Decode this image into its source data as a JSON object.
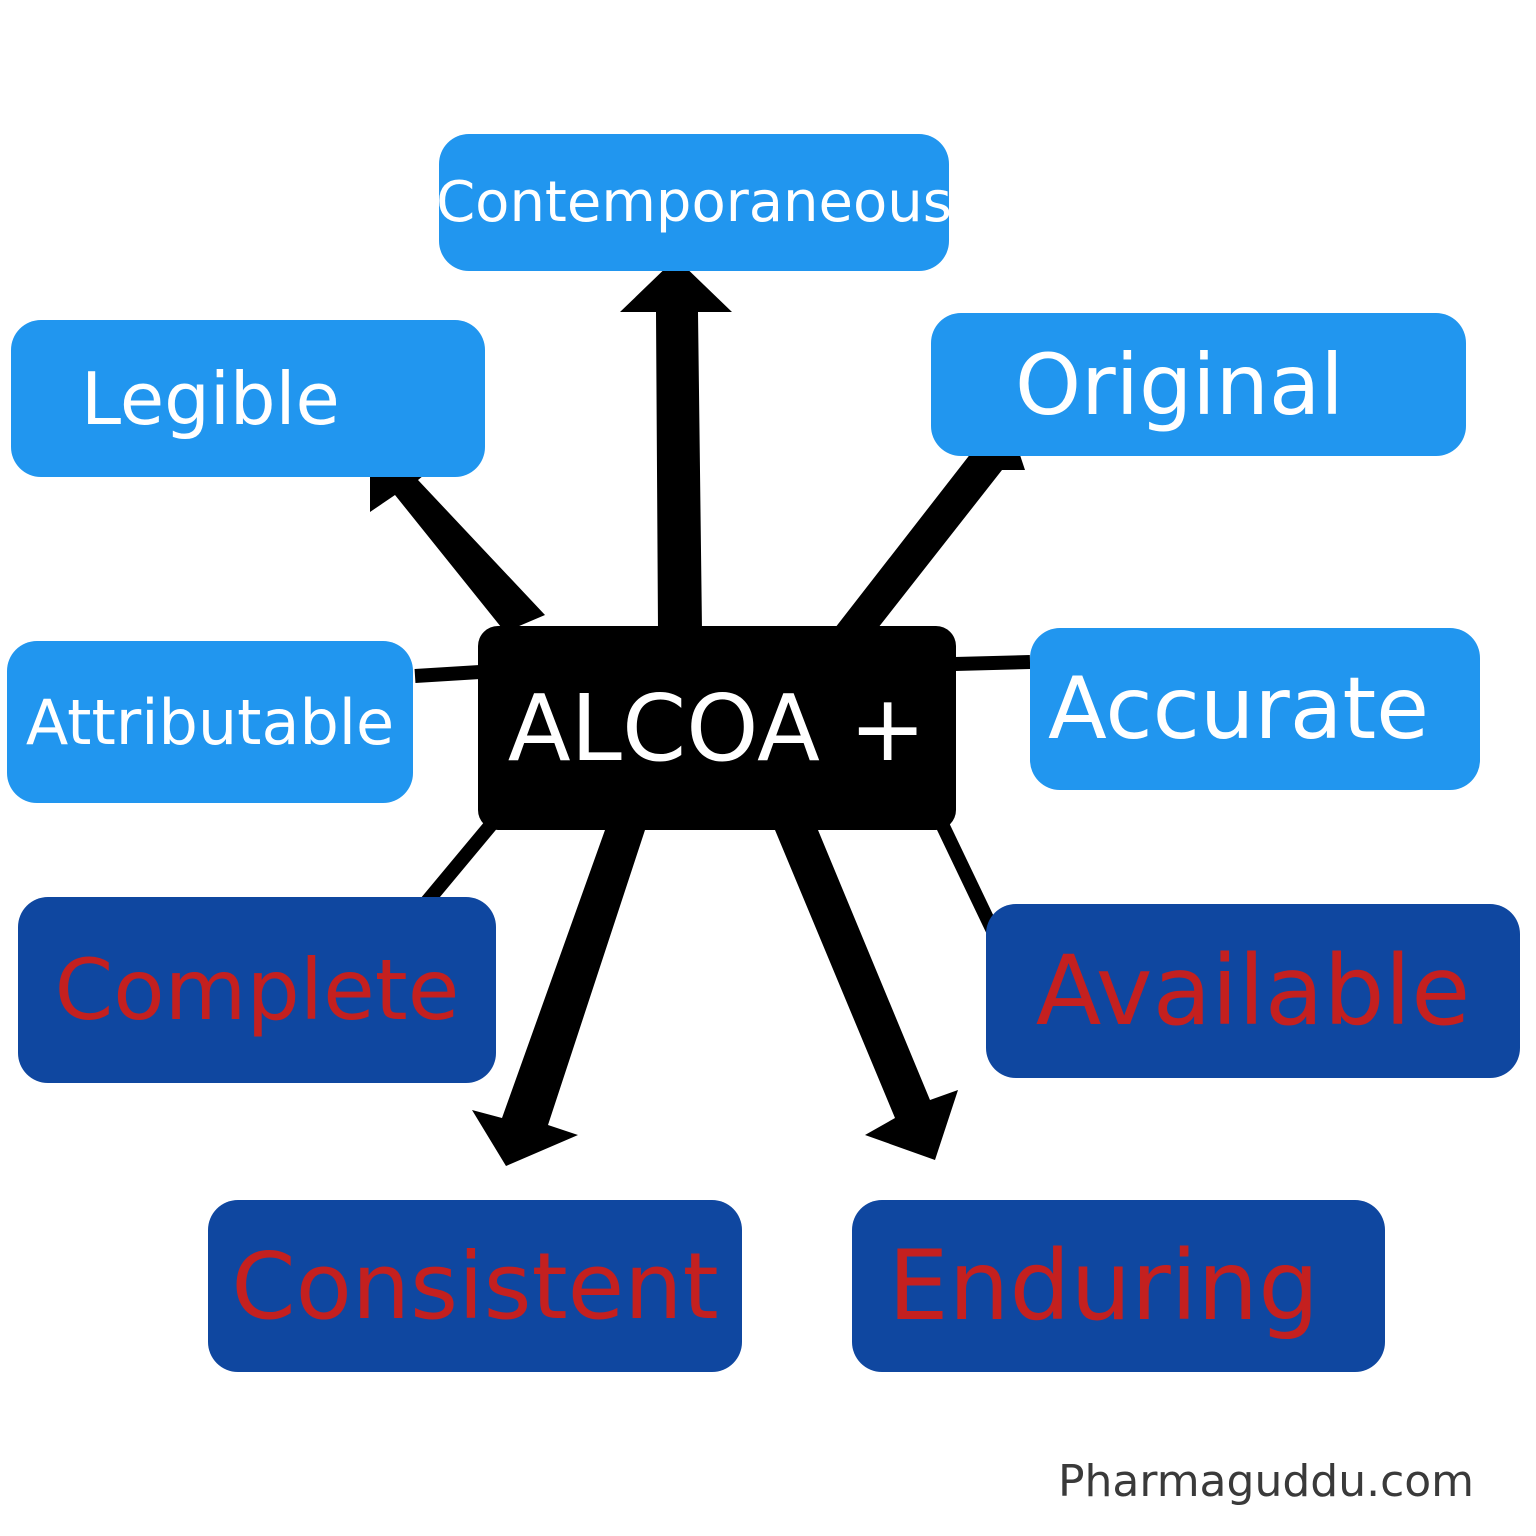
{
  "center": {
    "label": "ALCOA +"
  },
  "nodes": [
    {
      "id": "contemporaneous",
      "label": "Contemporaneous",
      "tier": "original"
    },
    {
      "id": "legible",
      "label": "Legible",
      "tier": "original"
    },
    {
      "id": "original",
      "label": "Original",
      "tier": "original"
    },
    {
      "id": "attributable",
      "label": "Attributable",
      "tier": "original"
    },
    {
      "id": "accurate",
      "label": "Accurate",
      "tier": "original"
    },
    {
      "id": "complete",
      "label": "Complete",
      "tier": "plus"
    },
    {
      "id": "available",
      "label": "Available",
      "tier": "plus"
    },
    {
      "id": "consistent",
      "label": "Consistent",
      "tier": "plus"
    },
    {
      "id": "enduring",
      "label": "Enduring",
      "tier": "plus"
    }
  ],
  "colors": {
    "light_box": "#2196ef",
    "dark_box": "#0f47a0",
    "plus_text": "#c4201f",
    "center": "#000000"
  },
  "footer": {
    "watermark": "Pharmaguddu.com"
  }
}
